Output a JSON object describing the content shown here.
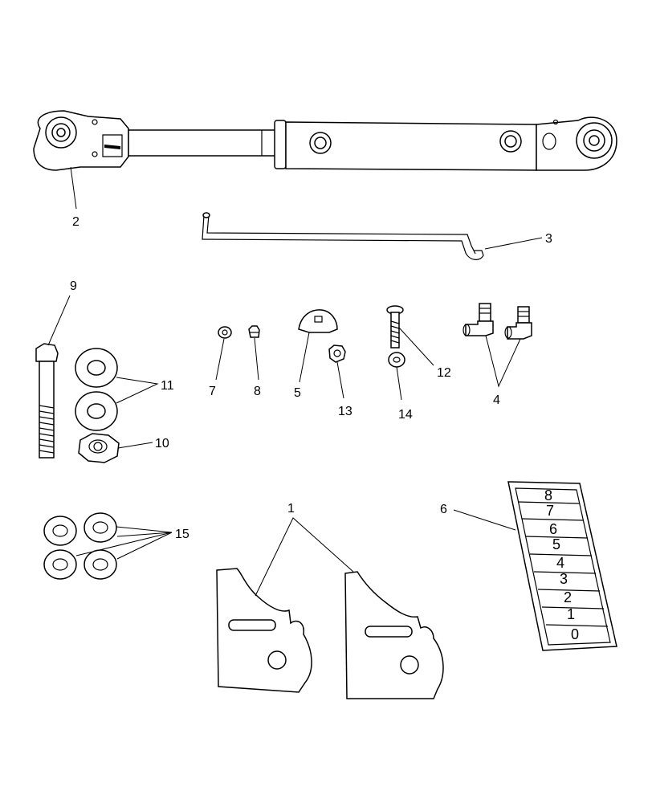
{
  "callouts": {
    "c1": "1",
    "c2": "2",
    "c3": "3",
    "c4": "4",
    "c5": "5",
    "c6": "6",
    "c7": "7",
    "c8": "8",
    "c9": "9",
    "c10": "10",
    "c11": "11",
    "c12": "12",
    "c13": "13",
    "c14": "14",
    "c15": "15"
  },
  "scale_labels": [
    "8",
    "7",
    "6",
    "5",
    "4",
    "3",
    "2",
    "1",
    "0"
  ],
  "colors": {
    "line": "#000000",
    "background": "#ffffff"
  }
}
